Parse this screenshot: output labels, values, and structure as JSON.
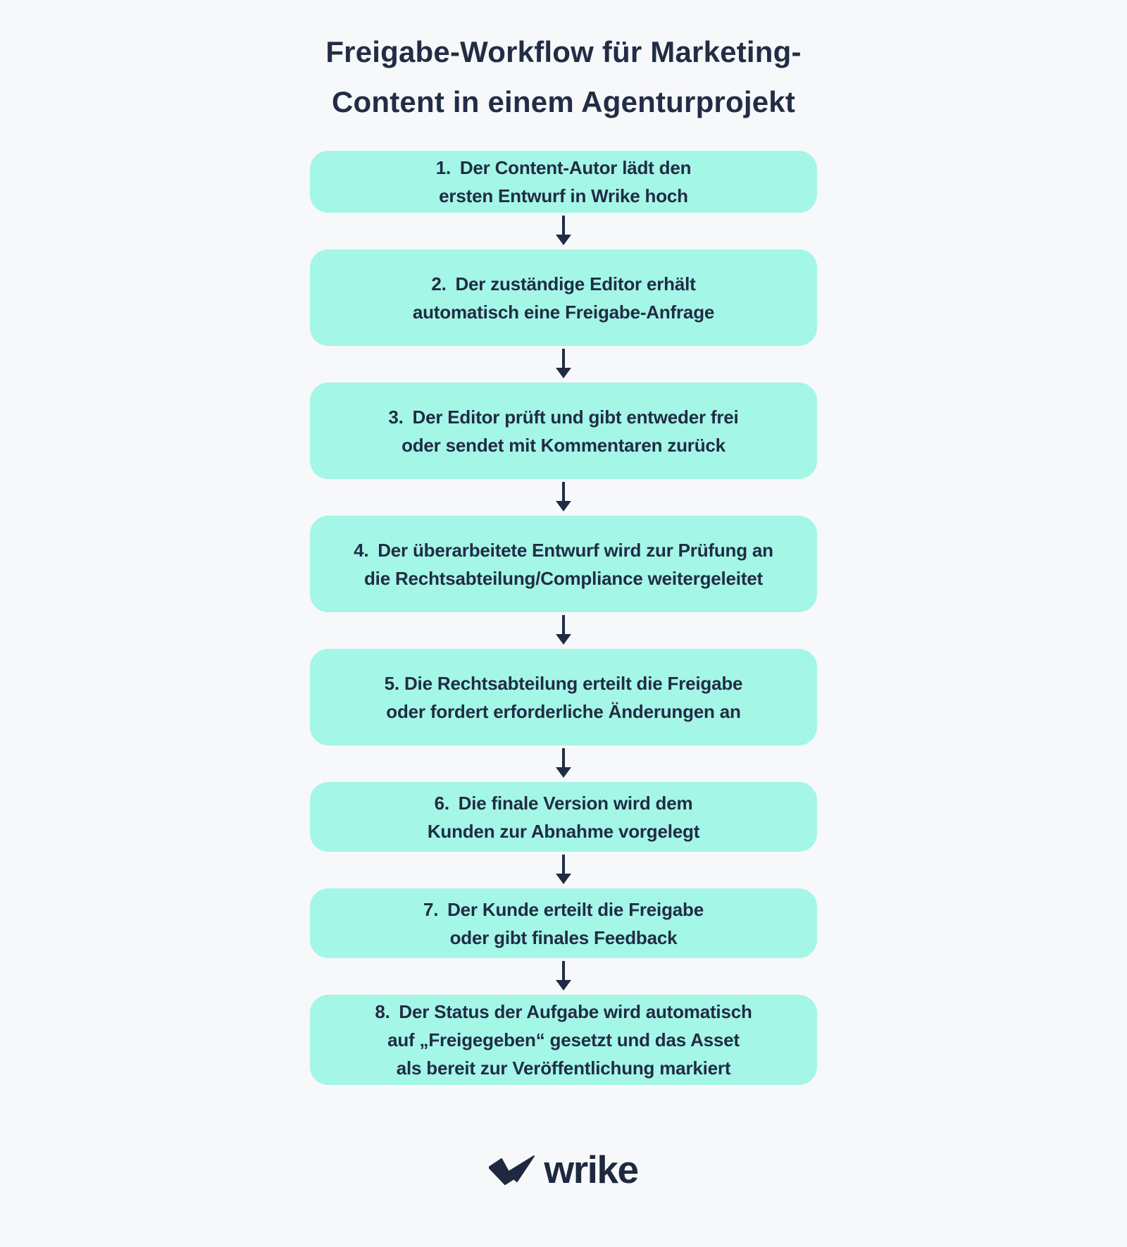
{
  "page": {
    "background_color": "#f7f8fa",
    "box_color": "#a4f6e7",
    "text_color": "#212c44"
  },
  "title": {
    "line1": "Freigabe-Workflow für Marketing-",
    "line2": "Content in einem Agenturprojekt"
  },
  "steps": [
    {
      "lines": [
        "1. Der Content-Autor lädt den",
        "ersten Entwurf in Wrike hoch"
      ]
    },
    {
      "lines": [
        "2. Der zuständige Editor erhält",
        "automatisch eine Freigabe-Anfrage"
      ]
    },
    {
      "lines": [
        "3. Der Editor prüft und gibt entweder frei",
        "oder sendet mit Kommentaren zurück"
      ]
    },
    {
      "lines": [
        "4. Der überarbeitete Entwurf wird zur Prüfung an",
        "die Rechtsabteilung/Compliance weitergeleitet"
      ]
    },
    {
      "lines": [
        "5. Die Rechtsabteilung erteilt die Freigabe",
        "oder fordert erforderliche Änderungen an"
      ]
    },
    {
      "lines": [
        "6. Die finale Version wird dem",
        "Kunden zur Abnahme vorgelegt"
      ]
    },
    {
      "lines": [
        "7. Der Kunde erteilt die Freigabe",
        "oder gibt finales Feedback"
      ]
    },
    {
      "lines": [
        "8. Der Status der Aufgabe wird automatisch",
        "auf „Freigegeben“ gesetzt und das Asset",
        "als bereit zur Veröffentlichung markiert"
      ]
    }
  ],
  "logo": {
    "text": "wrike"
  }
}
